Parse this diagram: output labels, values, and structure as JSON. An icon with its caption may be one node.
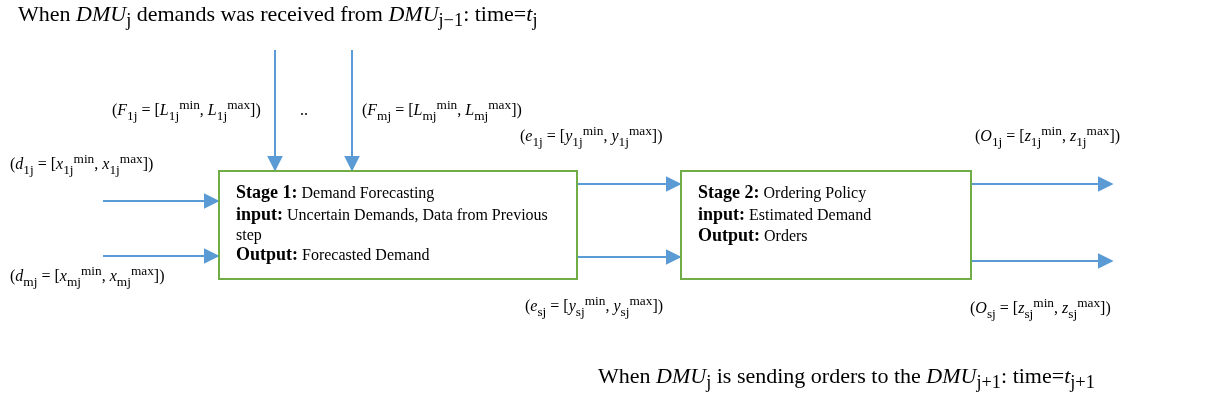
{
  "diagram": {
    "nodes": [
      {
        "text": [
          "**Stage 1:** Demand Forecasting",
          "**input:** Uncertain Demands, Data from Previous step",
          "**Output:** Forecasted Demand"
        ]
      },
      {
        "text": [
          "**Stage 2:** Ordering Policy",
          "**input:** Estimated Demand",
          "**Output:** Orders"
        ]
      }
    ],
    "edges": [
      {
        "from": null,
        "to": 0,
        "arrow": "to",
        "label": "(*F*$_{1j}$ = [*L*$_{1j}$$^{min}$, *L*$_{1j}$$^{max}$])"
      },
      {
        "from": null,
        "to": 0,
        "arrow": "to",
        "label": "(*F*$_{mj}$ = [*L*$_{mj}$$^{min}$, *L*$_{mj}$$^{max}$])"
      },
      {
        "from": null,
        "to": 0,
        "arrow": "to",
        "label": "(*d*$_{1j}$ = [*x*$_{1j}$$^{min}$, *x*$_{1j}$$^{max}$])"
      },
      {
        "from": null,
        "to": 0,
        "arrow": "to",
        "label": "(*d*$_{mj}$ = [*x*$_{mj}$$^{min}$, *x*$_{mj}$$^{max}$])"
      },
      {
        "from": 0,
        "to": 1,
        "arrow": "to",
        "label": "(*e*$_{1j}$ = [*y*$_{1j}$$^{min}$, *y*$_{1j}$$^{max}$])"
      },
      {
        "from": 0,
        "to": 1,
        "arrow": "to",
        "label": "(*e*$_{sj}$ = [*y*$_{sj}$$^{min}$, *y*$_{sj}$$^{max}$])"
      },
      {
        "from": 1,
        "to": null,
        "arrow": "to",
        "label": "(*O*$_{1j}$ = [*z*$_{1j}$$^{min}$, *z*$_{1j}$$^{max}$])"
      },
      {
        "from": 1,
        "to": null,
        "arrow": "to",
        "label": "(*O*$_{sj}$ = [*z*$_{sj}$$^{min}$, *z*$_{sj}$$^{max}$])"
      }
    ],
    "labels": [
      "When *DMU*$_{j}$ demands was received from *DMU*$_{j−1}$: time=*t*$_{j}$",
      "..",
      "When *DMU*$_{j}$ is sending orders to the *DMU*$_{j+1}$: time=*t*$_{j+1}$"
    ]
  }
}
